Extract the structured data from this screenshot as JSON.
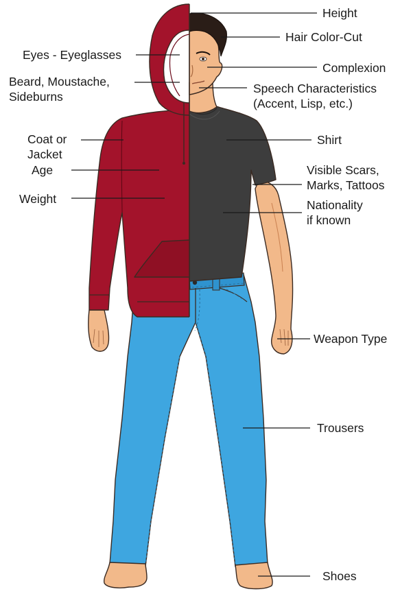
{
  "labels": {
    "height": "Height",
    "hair": "Hair Color-Cut",
    "eyes": "Eyes - Eyeglasses",
    "complexion": "Complexion",
    "beard_line1": "Beard, Moustache,",
    "beard_line2": "Sideburns",
    "speech_line1": "Speech Characteristics",
    "speech_line2": "(Accent, Lisp, etc.)",
    "coat_line1": "Coat or",
    "coat_line2": "Jacket",
    "shirt": "Shirt",
    "scars_line1": "Visible Scars,",
    "scars_line2": "Marks, Tattoos",
    "age": "Age",
    "weight": "Weight",
    "nationality_line1": "Nationality",
    "nationality_line2": "if known",
    "weapon": "Weapon Type",
    "trousers": "Trousers",
    "shoes": "Shoes"
  },
  "colors": {
    "hoodie": "#a3132b",
    "hoodie_dark": "#7a0d20",
    "shirt": "#3d3d3d",
    "skin": "#f2b98a",
    "skin_shade": "#d98f5c",
    "hair": "#2a1d17",
    "jeans": "#3ea6e0",
    "jeans_dark": "#2a82b8",
    "text": "#1a1a1a"
  }
}
